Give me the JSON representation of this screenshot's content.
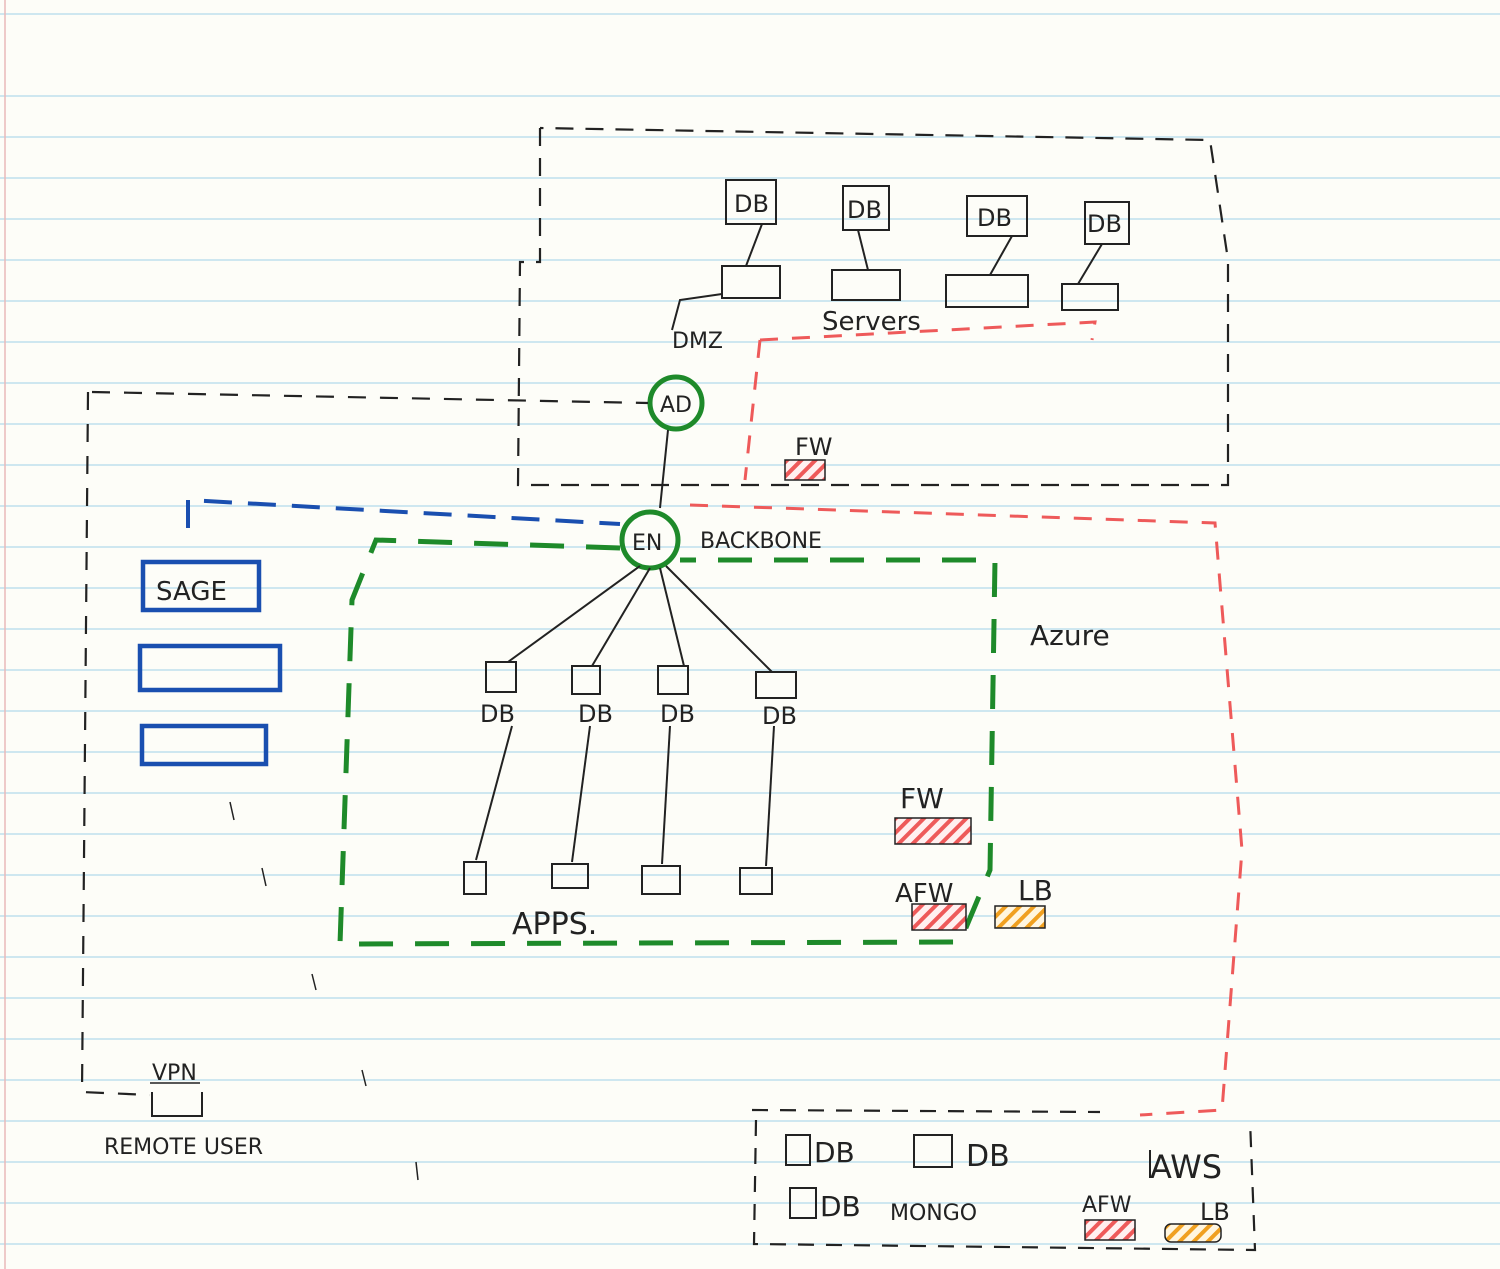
{
  "diagram": {
    "ink_colors": {
      "black": "#222222",
      "green": "#1e8a2a",
      "blue": "#1a4fb0",
      "red": "#ee5a5a",
      "orange": "#f0a020",
      "paper": "#fdfdf8",
      "rule_line": "#bfe0ee",
      "margin_line": "#e9b9b9"
    },
    "top_zone": {
      "db_labels": [
        "DB",
        "DB",
        "DB",
        "DB"
      ],
      "servers_label": "Servers",
      "dmz_label": "DMZ",
      "ad_label": "AD",
      "fw_label": "FW"
    },
    "backbone": {
      "node_label": "EN",
      "label": "BACKBONE"
    },
    "left_panel": {
      "sage_label": "SAGE"
    },
    "azure_zone": {
      "label": "Azure",
      "db_labels": [
        "DB",
        "DB",
        "DB",
        "DB"
      ],
      "apps_label": "APPS.",
      "fw_label": "FW",
      "afw_label": "AFW",
      "lb_label": "LB"
    },
    "remote": {
      "vpn_label": "VPN",
      "user_label": "REMOTE USER"
    },
    "legend": {
      "aws_label": "AWS",
      "items": [
        "DB",
        "DB",
        "DB"
      ],
      "mongo_label": "MONGO",
      "afw_label": "AFW",
      "lb_label": "LB"
    }
  }
}
